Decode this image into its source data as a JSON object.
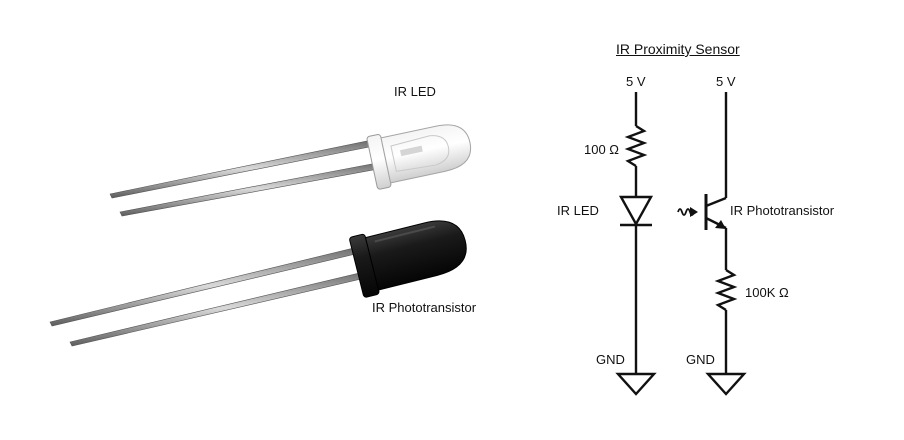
{
  "photo": {
    "ir_led_label": "IR LED",
    "phototransistor_label": "IR Phototransistor"
  },
  "schematic": {
    "title": "IR Proximity Sensor",
    "led_branch": {
      "supply": "5 V",
      "resistor": "100 Ω",
      "component": "IR LED",
      "ground": "GND"
    },
    "sensor_branch": {
      "supply": "5 V",
      "component": "IR Phototransistor",
      "resistor": "100K Ω",
      "ground": "GND"
    }
  }
}
